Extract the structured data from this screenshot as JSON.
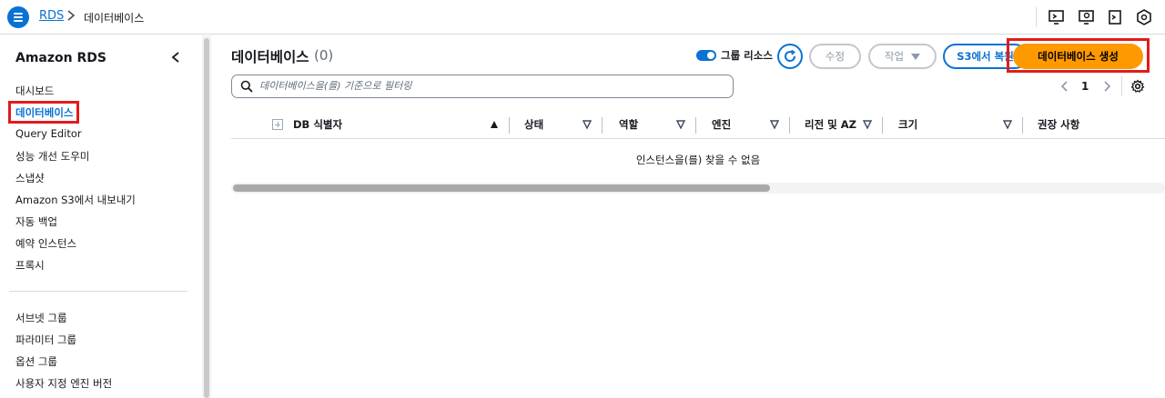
{
  "header": {
    "breadcrumbs": [
      "RDS",
      "데이터베이스"
    ],
    "menu_icon": "hamburger-menu-icon",
    "tool_icons": [
      "cloudshell-icon",
      "search-screen-icon",
      "console-icon",
      "settings-hex-icon"
    ]
  },
  "sidebar": {
    "title": "Amazon RDS",
    "items_top": [
      {
        "label": "대시보드",
        "active": false
      },
      {
        "label": "데이터베이스",
        "active": true
      },
      {
        "label": "Query Editor",
        "active": false
      },
      {
        "label": "성능 개선 도우미",
        "active": false
      },
      {
        "label": "스냅샷",
        "active": false
      },
      {
        "label": "Amazon S3에서 내보내기",
        "active": false
      },
      {
        "label": "자동 백업",
        "active": false
      },
      {
        "label": "예약 인스턴스",
        "active": false
      },
      {
        "label": "프록시",
        "active": false
      }
    ],
    "items_bottom": [
      {
        "label": "서브넷 그룹"
      },
      {
        "label": "파라미터 그룹"
      },
      {
        "label": "옵션 그룹"
      },
      {
        "label": "사용자 지정 엔진 버전"
      }
    ]
  },
  "main": {
    "title": "데이터베이스",
    "count": "(0)",
    "group_toggle_label": "그룹 리소스",
    "group_toggle_on": true,
    "buttons": {
      "modify": "수정",
      "actions": "작업",
      "restore_s3": "S3에서 복원",
      "create": "데이터베이스 생성"
    },
    "search_placeholder": "데이터베이스을(를) 기준으로 필터링",
    "pagination": {
      "current_page": "1"
    },
    "columns": [
      "DB 식별자",
      "상태",
      "역할",
      "엔진",
      "리전 및 AZ",
      "크기",
      "권장 사항"
    ],
    "empty_message": "인스턴스을(를) 찾을 수 없음"
  },
  "colors": {
    "accent": "#0972d3",
    "primary_button": "#ff9900",
    "highlight": "#e21b1b"
  }
}
